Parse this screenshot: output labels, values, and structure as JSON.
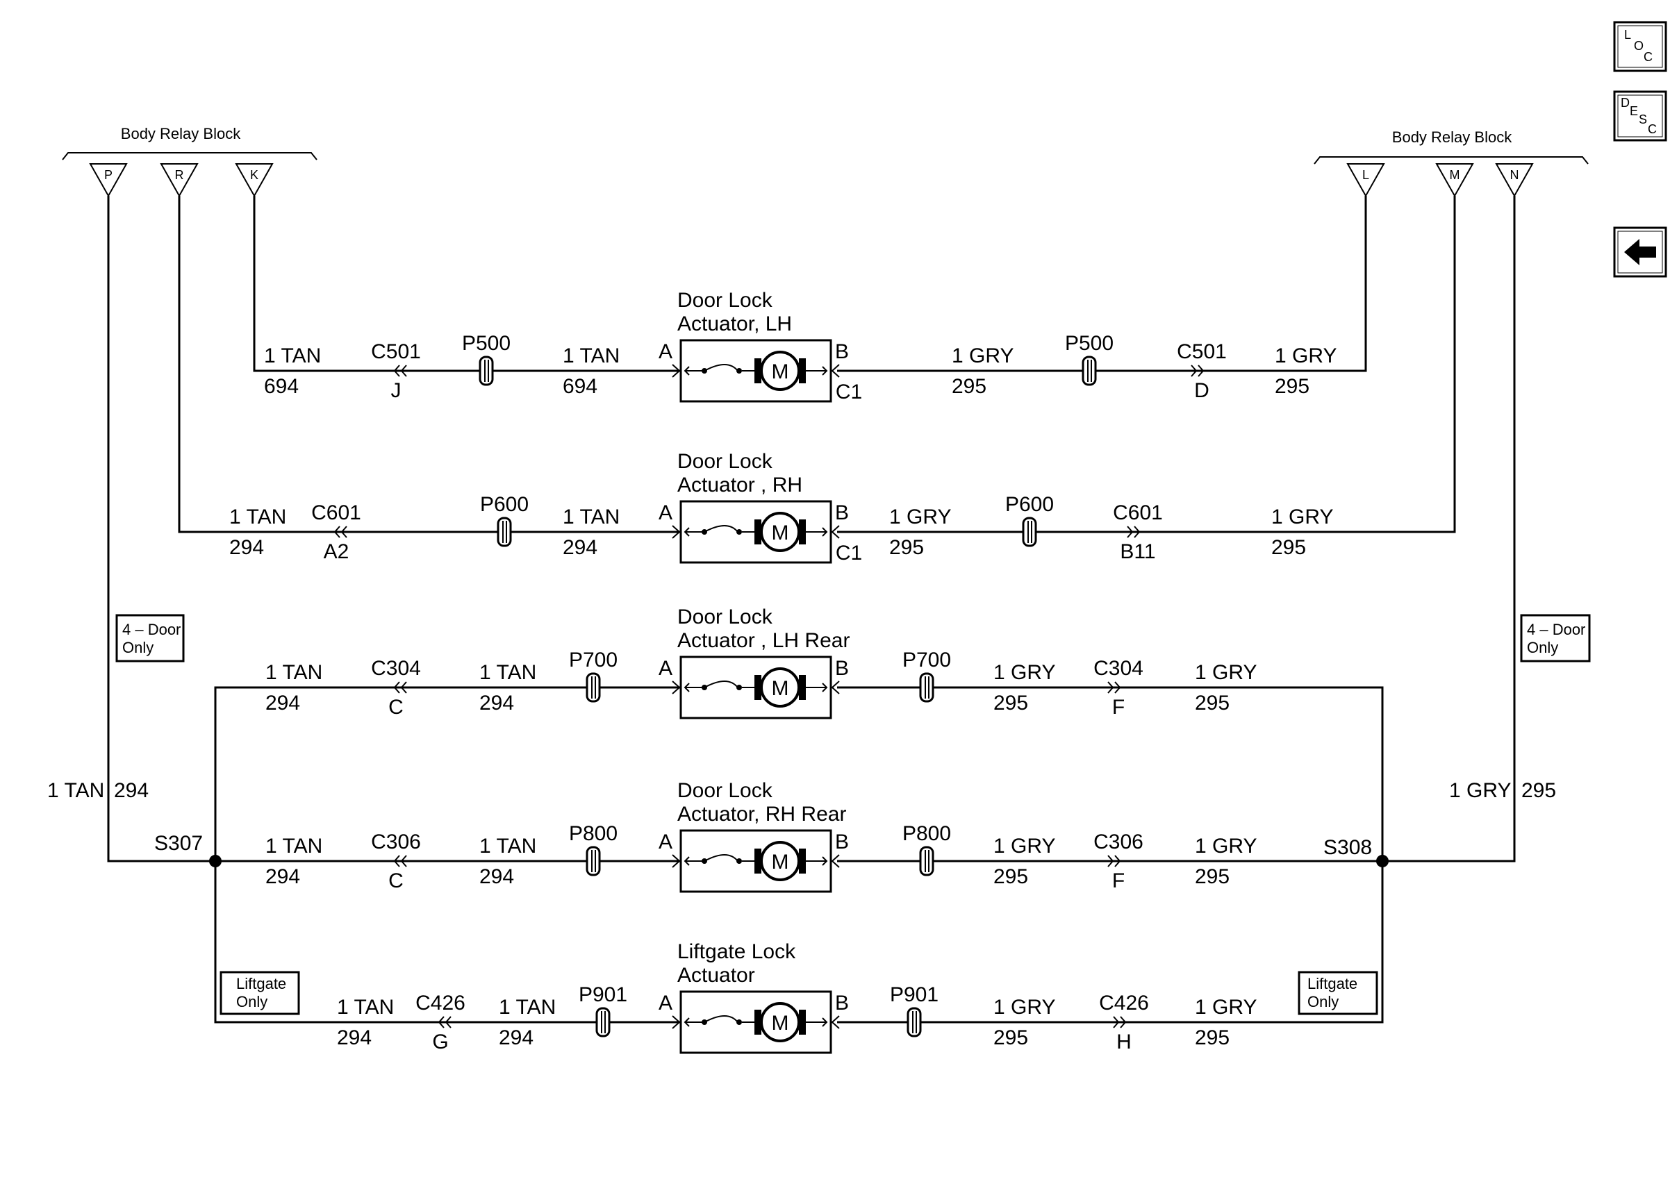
{
  "relay_left": {
    "title": "Body Relay Block",
    "pins": [
      "P",
      "R",
      "K"
    ]
  },
  "relay_right": {
    "title": "Body Relay Block",
    "pins": [
      "L",
      "M",
      "N"
    ]
  },
  "nav": {
    "loc": [
      "L",
      "O",
      "C"
    ],
    "desc": [
      "D",
      "E",
      "S",
      "C"
    ],
    "back_icon": "left-arrow-icon"
  },
  "rows": [
    {
      "title": [
        "Door Lock",
        "Actuator, LH"
      ],
      "left_wire_a": [
        "1 TAN",
        "694"
      ],
      "left_conn": [
        "C501",
        "J"
      ],
      "left_splice": "P500",
      "left_wire_b": [
        "1 TAN",
        "694"
      ],
      "pin_a": "A",
      "pin_b": "B",
      "conn_b": "C1",
      "right_wire_a": [
        "1 GRY",
        "295"
      ],
      "right_splice": "P500",
      "right_conn": [
        "C501",
        "D"
      ],
      "right_wire_b": [
        "1 GRY",
        "295"
      ]
    },
    {
      "title": [
        "Door Lock",
        "Actuator , RH"
      ],
      "left_wire_a": [
        "1 TAN",
        "294"
      ],
      "left_conn": [
        "C601",
        "A2"
      ],
      "left_splice": "P600",
      "left_wire_b": [
        "1 TAN",
        "294"
      ],
      "pin_a": "A",
      "pin_b": "B",
      "conn_b": "C1",
      "right_wire_a": [
        "1 GRY",
        "295"
      ],
      "right_splice": "P600",
      "right_conn": [
        "C601",
        "B11"
      ],
      "right_wire_b": [
        "1 GRY",
        "295"
      ]
    },
    {
      "title": [
        "Door Lock",
        "Actuator , LH Rear"
      ],
      "left_wire_a": [
        "1 TAN",
        "294"
      ],
      "left_conn": [
        "C304",
        "C"
      ],
      "left_wire_b": [
        "1 TAN",
        "294"
      ],
      "left_splice": "P700",
      "pin_a": "A",
      "pin_b": "B",
      "right_splice": "P700",
      "right_wire_a": [
        "1 GRY",
        "295"
      ],
      "right_conn": [
        "C304",
        "F"
      ],
      "right_wire_b": [
        "1 GRY",
        "295"
      ]
    },
    {
      "title": [
        "Door Lock",
        "Actuator, RH Rear"
      ],
      "left_wire_a": [
        "1 TAN",
        "294"
      ],
      "left_conn": [
        "C306",
        "C"
      ],
      "left_wire_b": [
        "1 TAN",
        "294"
      ],
      "left_splice": "P800",
      "pin_a": "A",
      "pin_b": "B",
      "right_splice": "P800",
      "right_wire_a": [
        "1 GRY",
        "295"
      ],
      "right_conn": [
        "C306",
        "F"
      ],
      "right_wire_b": [
        "1 GRY",
        "295"
      ]
    },
    {
      "title": [
        "Liftgate Lock",
        "Actuator"
      ],
      "left_wire_a": [
        "1 TAN",
        "294"
      ],
      "left_conn": [
        "C426",
        "G"
      ],
      "left_wire_b": [
        "1 TAN",
        "294"
      ],
      "left_splice": "P901",
      "pin_a": "A",
      "pin_b": "B",
      "right_splice": "P901",
      "right_wire_a": [
        "1 GRY",
        "295"
      ],
      "right_conn": [
        "C426",
        "H"
      ],
      "right_wire_b": [
        "1 GRY",
        "295"
      ]
    }
  ],
  "motor_symbol": "M",
  "splices": {
    "left": "S307",
    "right": "S308"
  },
  "vertical_labels": {
    "left": [
      "1 TAN",
      "294"
    ],
    "right": [
      "1 GRY",
      "295"
    ]
  },
  "notes": {
    "four_door_left": [
      "4 – Door",
      "Only"
    ],
    "four_door_right": [
      "4 – Door",
      "Only"
    ],
    "liftgate_left": [
      "Liftgate",
      "Only"
    ],
    "liftgate_right": [
      "Liftgate",
      "Only"
    ]
  }
}
